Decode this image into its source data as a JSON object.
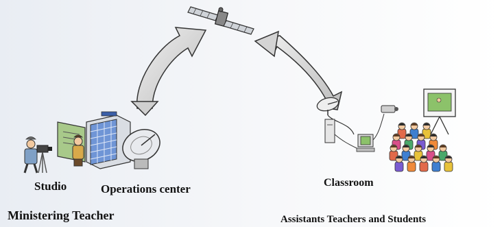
{
  "labels": {
    "studio": "Studio",
    "operations_center": "Operations center",
    "classroom": "Classroom",
    "ministering_teacher": "Ministering Teacher",
    "assistants": "Assistants Teachers and Students"
  },
  "icons": [
    "satellite-icon",
    "camera-operator-icon",
    "teacher-board-icon",
    "building-icon",
    "satellite-dish-icon",
    "receiver-dish-icon",
    "computer-icon",
    "projector-icon",
    "projection-screen-icon",
    "students-icon",
    "curved-arrow-icon"
  ],
  "colors": {
    "background_left": "#eef1f5",
    "background_right": "#ffffff",
    "arrow_fill": "#d9d9d9",
    "arrow_stroke": "#333333",
    "board_green": "#a8c98a",
    "building_blue": "#6f95d6"
  }
}
